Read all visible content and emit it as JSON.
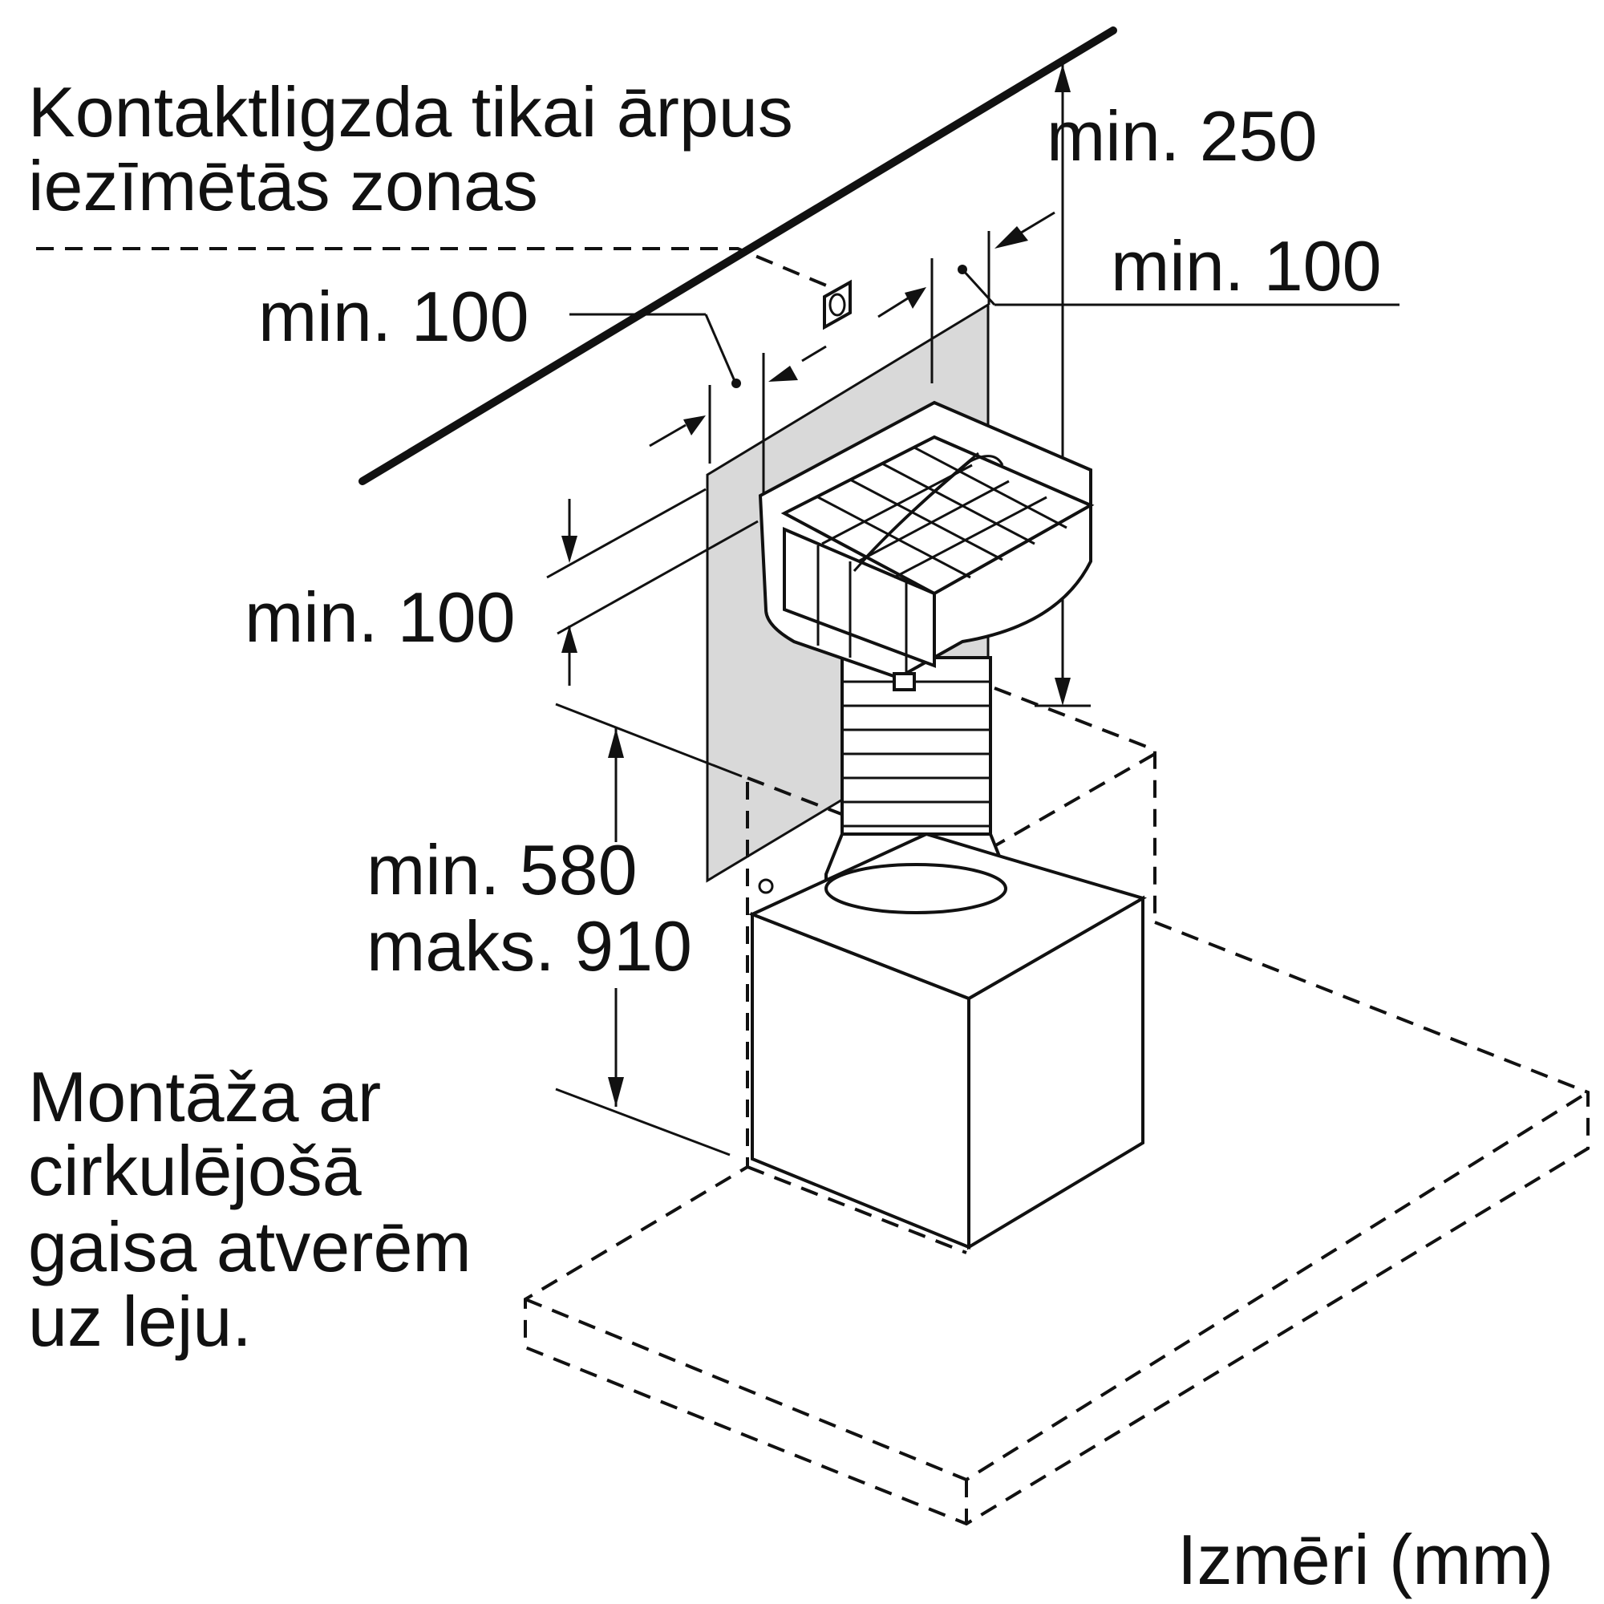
{
  "labels": {
    "socket_note_line1": "Kontaktligzda tikai ārpus",
    "socket_note_line2": "iezīmētās zonas",
    "top_min_250": "min. 250",
    "right_min_100": "min. 100",
    "left_min_100": "min. 100",
    "side_min_100": "min. 100",
    "height_min": "min. 580",
    "height_max": "maks. 910",
    "mount_note_line1": "Montāža ar",
    "mount_note_line2": "cirkulējošā",
    "mount_note_line3": "gaisa atverēm",
    "mount_note_line4": "uz leju.",
    "units": "Izmēri (mm)"
  },
  "colors": {
    "zone_fill": "#d9d9d9",
    "line": "#111111"
  },
  "icons": {
    "socket": "socket-icon"
  }
}
